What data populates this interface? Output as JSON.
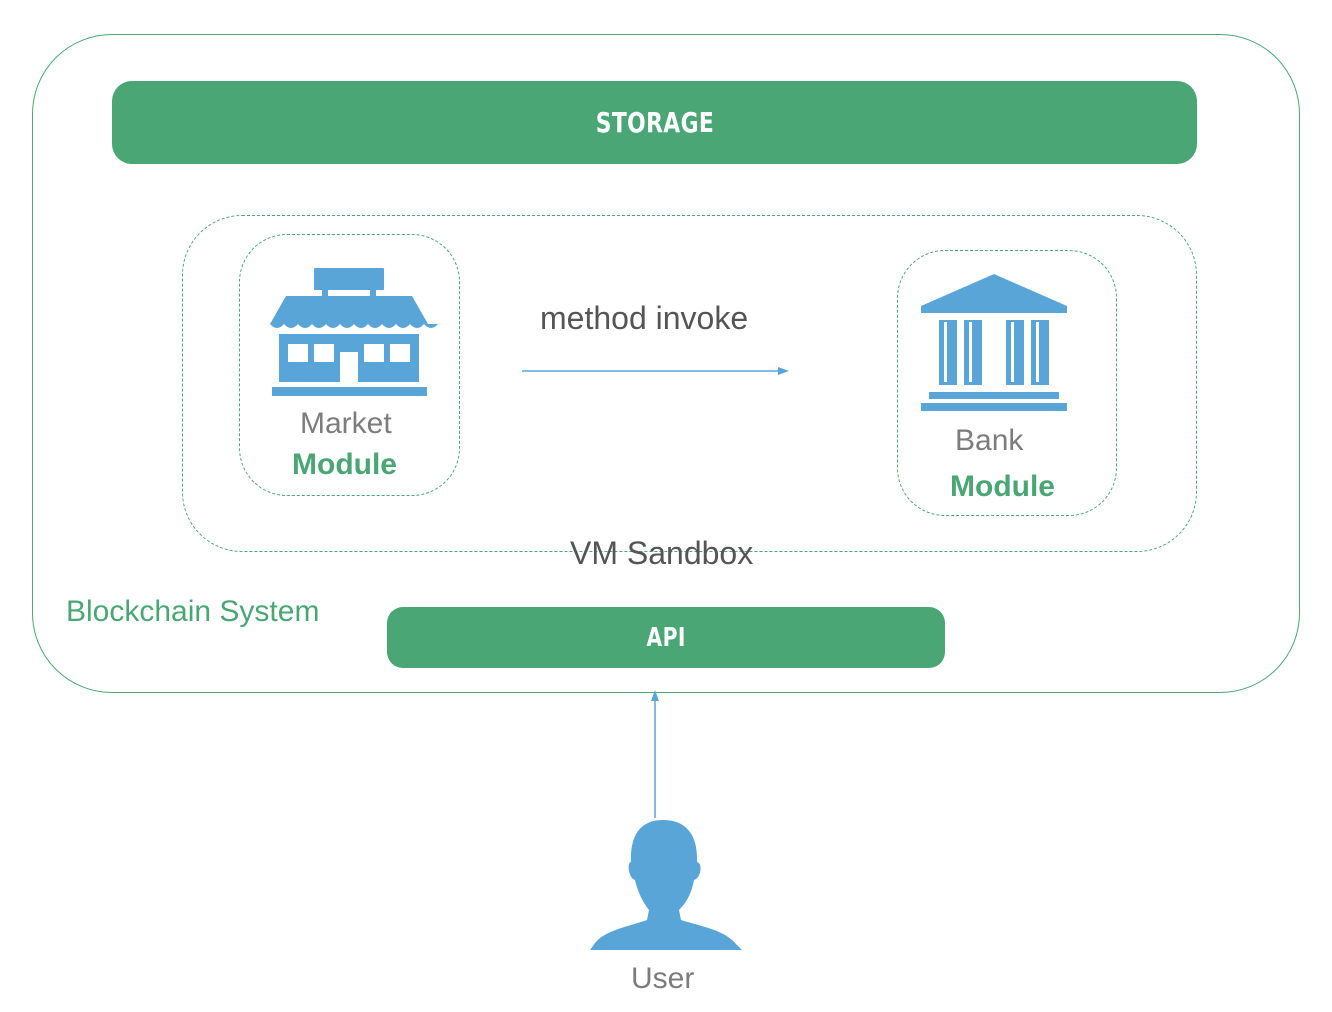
{
  "storage": {
    "label": "STORAGE"
  },
  "api": {
    "label": "API"
  },
  "sandbox": {
    "label": "VM Sandbox"
  },
  "system": {
    "label": "Blockchain System"
  },
  "market": {
    "name": "Market",
    "module": "Module"
  },
  "bank": {
    "name": "Bank",
    "module": "Module"
  },
  "arrow": {
    "label": "method invoke"
  },
  "user": {
    "label": "User"
  },
  "colors": {
    "green": "#4aa674",
    "blue": "#5aa5d8",
    "gray": "#7c7c7c"
  },
  "icons": [
    "store-icon",
    "bank-icon",
    "user-icon"
  ]
}
